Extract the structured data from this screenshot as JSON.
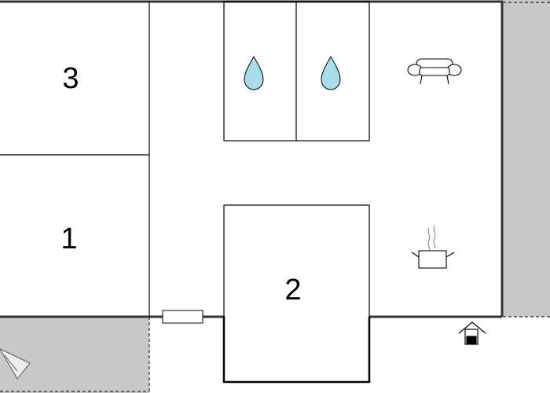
{
  "floor_plan": {
    "rooms": [
      {
        "id": "room-3",
        "label": "3"
      },
      {
        "id": "room-1",
        "label": "1"
      },
      {
        "id": "room-2",
        "label": "2"
      }
    ],
    "icons": [
      "water-drop-icon",
      "water-drop-icon",
      "sofa-icon",
      "cooking-pot-icon",
      "entrance-icon"
    ],
    "colors": {
      "outdoor_area": "#c8c8c8",
      "wall": "#333333",
      "line": "#000000",
      "water_drop": "#a8dcea"
    }
  }
}
